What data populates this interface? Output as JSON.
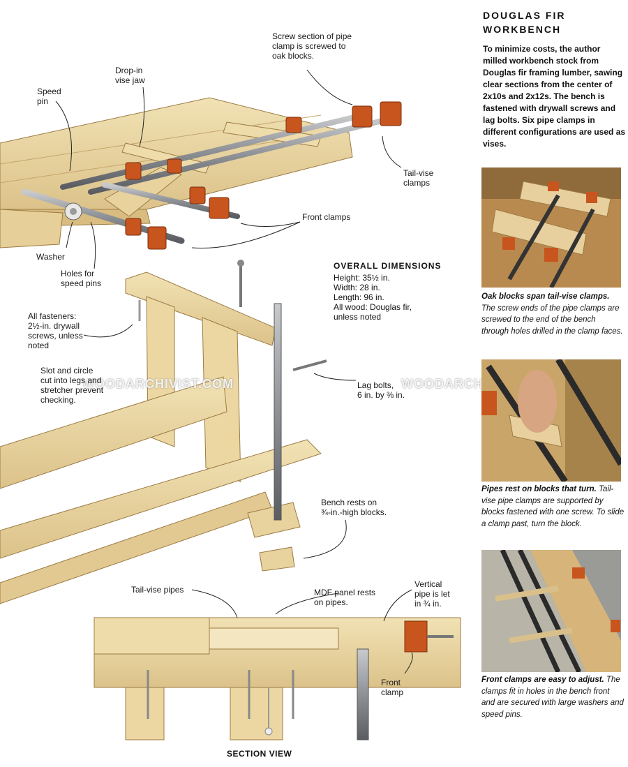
{
  "header": {
    "title": "DOUGLAS FIR\nWORKBENCH",
    "intro": "To minimize costs, the author milled workbench stock from Douglas fir framing lumber, sawing clear sections from the center of 2x10s and 2x12s. The bench is fastened with drywall screws and lag bolts. Six pipe clamps in different configurations are used as vises."
  },
  "callouts": {
    "screw_section": "Screw section of pipe\nclamp is screwed to\noak blocks.",
    "drop_in": "Drop-in\nvise jaw",
    "speed_pin": "Speed\npin",
    "tail_vise_clamps": "Tail-vise\nclamps",
    "front_clamps": "Front clamps",
    "washer": "Washer",
    "holes": "Holes for\nspeed pins",
    "fasteners": "All fasteners:\n2½-in. drywall\nscrews, unless\nnoted",
    "slot": "Slot and circle\ncut into legs and\nstretcher prevent\nchecking.",
    "lag_bolts": "Lag bolts,\n6 in. by ⅜ in.",
    "bench_rests": "Bench rests on\n¾-in.-high blocks.",
    "tail_vise_pipes": "Tail-vise pipes",
    "mdf_panel": "MDF panel rests\non pipes.",
    "vertical_pipe": "Vertical\npipe is let\nin ¾ in.",
    "front_clamp": "Front\nclamp"
  },
  "dimensions": {
    "heading": "OVERALL DIMENSIONS",
    "lines": [
      "Height: 35½ in.",
      "Width: 28 in.",
      "Length: 96 in.",
      "All wood: Douglas fir,",
      "unless noted"
    ]
  },
  "captions": {
    "photo1_bold": "Oak blocks span tail-vise clamps.",
    "photo1_text": " The screw ends of the pipe clamps are screwed to the end of the bench through holes drilled in the clamp faces.",
    "photo2_bold": "Pipes rest on blocks that turn.",
    "photo2_text": " Tail-vise pipe clamps are supported by blocks fastened with one screw. To slide a clamp past, turn the block.",
    "photo3_bold": "Front clamps are easy to adjust.",
    "photo3_text": " The clamps fit in holes in the bench front and are secured with large washers and speed pins."
  },
  "section_view_label": "SECTION VIEW",
  "watermark": "WOODARCHIVIST.COM",
  "colors": {
    "wood": "#ecd9a6",
    "wood_dark": "#c9a86a",
    "clamp": "#c8551e",
    "pipe": "#8a8d91"
  }
}
